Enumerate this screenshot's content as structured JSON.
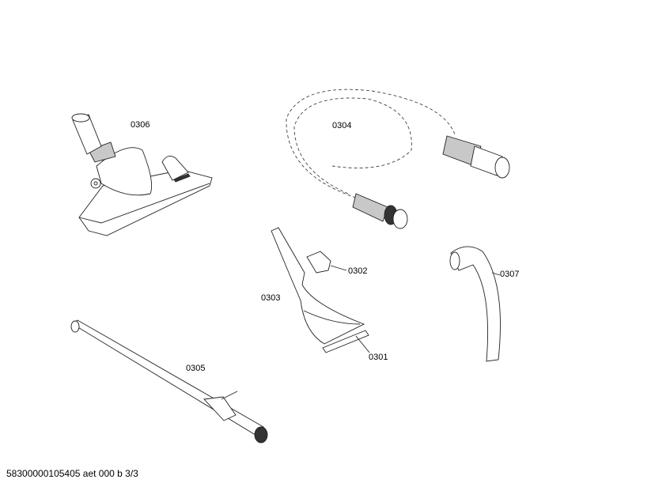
{
  "parts": [
    {
      "id": "0306",
      "name": "floor-nozzle"
    },
    {
      "id": "0304",
      "name": "suction-hose"
    },
    {
      "id": "0302",
      "name": "clip"
    },
    {
      "id": "0303",
      "name": "upholstery-nozzle"
    },
    {
      "id": "0301",
      "name": "brush-strip"
    },
    {
      "id": "0307",
      "name": "handle-bend"
    },
    {
      "id": "0305",
      "name": "telescopic-tube"
    }
  ],
  "footer": "58300000105405 aet 000 b 3/3"
}
